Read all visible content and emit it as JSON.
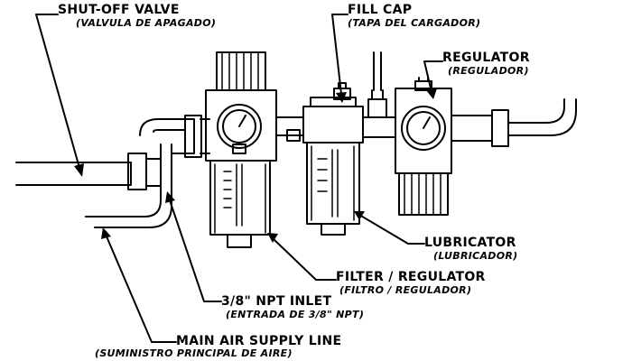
{
  "labels": {
    "shutoff": {
      "en": "SHUT-OFF VALVE",
      "es": "(VALVULA DE APAGADO)"
    },
    "fill_cap": {
      "en": "FILL CAP",
      "es": "(TAPA DEL CARGADOR)"
    },
    "regulator": {
      "en": "REGULATOR",
      "es": "(REGULADOR)"
    },
    "lubricator": {
      "en": "LUBRICATOR",
      "es": "(LUBRICADOR)"
    },
    "filter_regulator": {
      "en": "FILTER / REGULATOR",
      "es": "(FILTRO / REGULADOR)"
    },
    "npt_inlet": {
      "en": "3/8\" NPT INLET",
      "es": "(ENTRADA DE 3/8\" NPT)"
    },
    "main_supply": {
      "en": "MAIN AIR SUPPLY LINE",
      "es": "(SUMINISTRO PRINCIPAL DE AIRE)"
    }
  },
  "colors": {
    "ink": "#000000",
    "paper": "#ffffff"
  }
}
